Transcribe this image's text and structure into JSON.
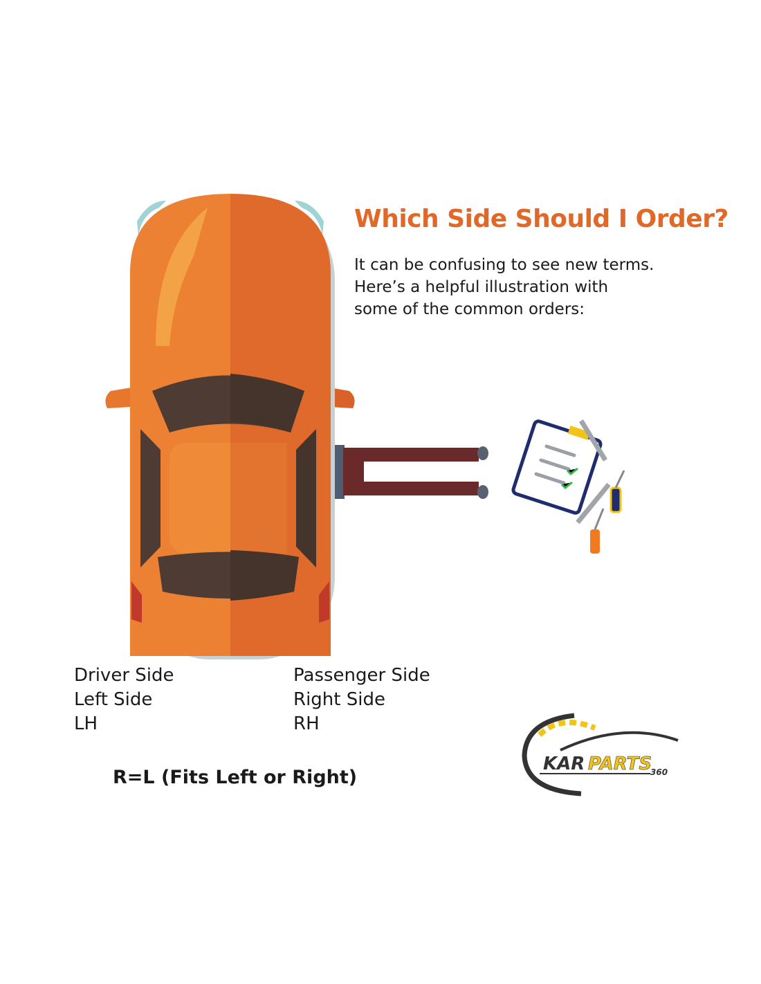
{
  "title": "Which Side Should I Order?",
  "intro": [
    "It can be confusing to see new terms.",
    "Here’s a helpful illustration with",
    "some of the common orders:"
  ],
  "driver": [
    "Driver Side",
    "Left Side",
    "LH"
  ],
  "passenger": [
    "Passenger Side",
    "Right Side",
    "RH"
  ],
  "note": "R=L (Fits Left or Right)",
  "logo": {
    "text_a": "KAR",
    "text_b": "PARTS",
    "text_c": "360"
  },
  "colors": {
    "accent": "#e0692a",
    "car": "#e8772e",
    "window": "#4a3a33",
    "logo_yellow": "#f2c318"
  }
}
